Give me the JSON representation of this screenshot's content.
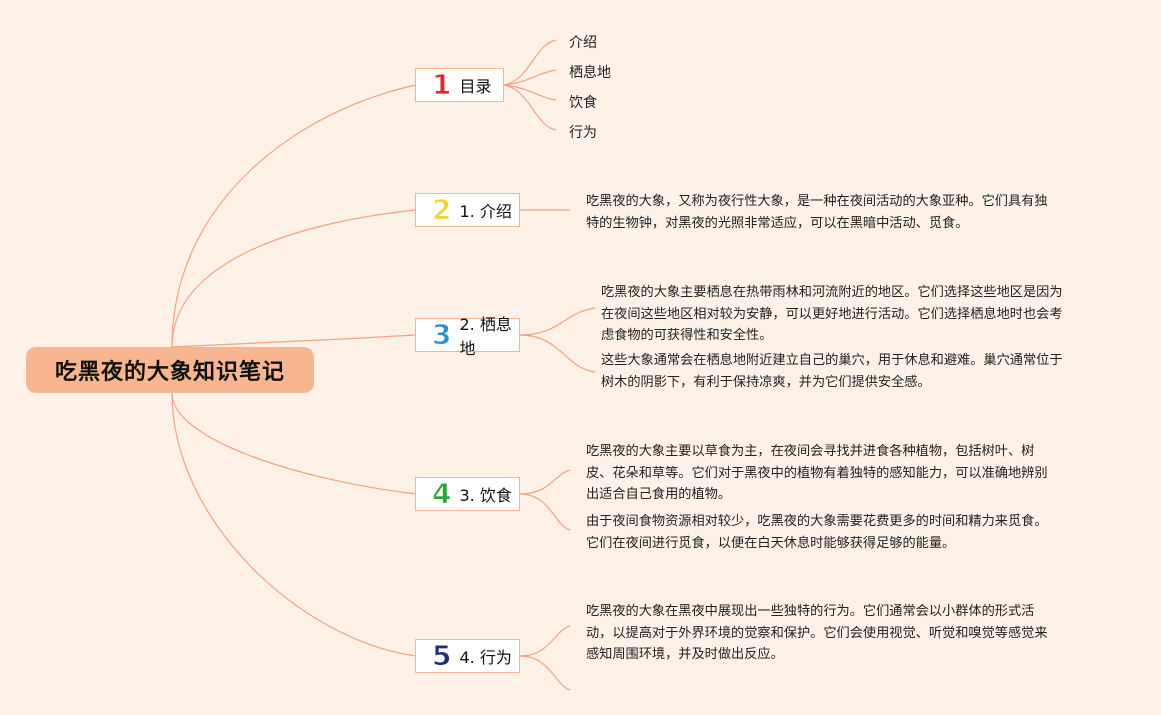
{
  "root": {
    "title": "吃黑夜的大象知识笔记"
  },
  "colors": {
    "line": "#f4a382",
    "root_bg": "#f7b68f",
    "node_border": "#f3b593"
  },
  "branches": [
    {
      "number": "1",
      "number_color": "#e2262f",
      "label": "目录"
    },
    {
      "number": "2",
      "number_color": "#f2d43a",
      "label": "1. 介绍"
    },
    {
      "number": "3",
      "number_color": "#2a8fd8",
      "label": "2. 栖息地"
    },
    {
      "number": "4",
      "number_color": "#2fa33a",
      "label": "3. 饮食"
    },
    {
      "number": "5",
      "number_color": "#1c2f7a",
      "label": "4. 行为"
    }
  ],
  "toc": [
    "介绍",
    "栖息地",
    "饮食",
    "行为"
  ],
  "details": {
    "intro": [
      "吃黑夜的大象，又称为夜行性大象，是一种在夜间活动的大象亚种。它们具有独\n特的生物钟，对黑夜的光照非常适应，可以在黑暗中活动、觅食。"
    ],
    "habitat": [
      "吃黑夜的大象主要栖息在热带雨林和河流附近的地区。它们选择这些地区是因为\n在夜间这些地区相对较为安静，可以更好地进行活动。它们选择栖息地时也会考\n虑食物的可获得性和安全性。",
      "这些大象通常会在栖息地附近建立自己的巢穴，用于休息和避难。巢穴通常位于\n树木的阴影下，有利于保持凉爽，并为它们提供安全感。"
    ],
    "diet": [
      "吃黑夜的大象主要以草食为主，在夜间会寻找并进食各种植物，包括树叶、树\n皮、花朵和草等。它们对于黑夜中的植物有着独特的感知能力，可以准确地辨别\n出适合自己食用的植物。",
      "由于夜间食物资源相对较少，吃黑夜的大象需要花费更多的时间和精力来觅食。\n它们在夜间进行觅食，以便在白天休息时能够获得足够的能量。"
    ],
    "behavior": [
      "吃黑夜的大象在黑夜中展现出一些独特的行为。它们通常会以小群体的形式活\n动，以提高对于外界环境的觉察和保护。它们会使用视觉、听觉和嗅觉等感觉来\n感知周围环境，并及时做出反应。"
    ]
  }
}
